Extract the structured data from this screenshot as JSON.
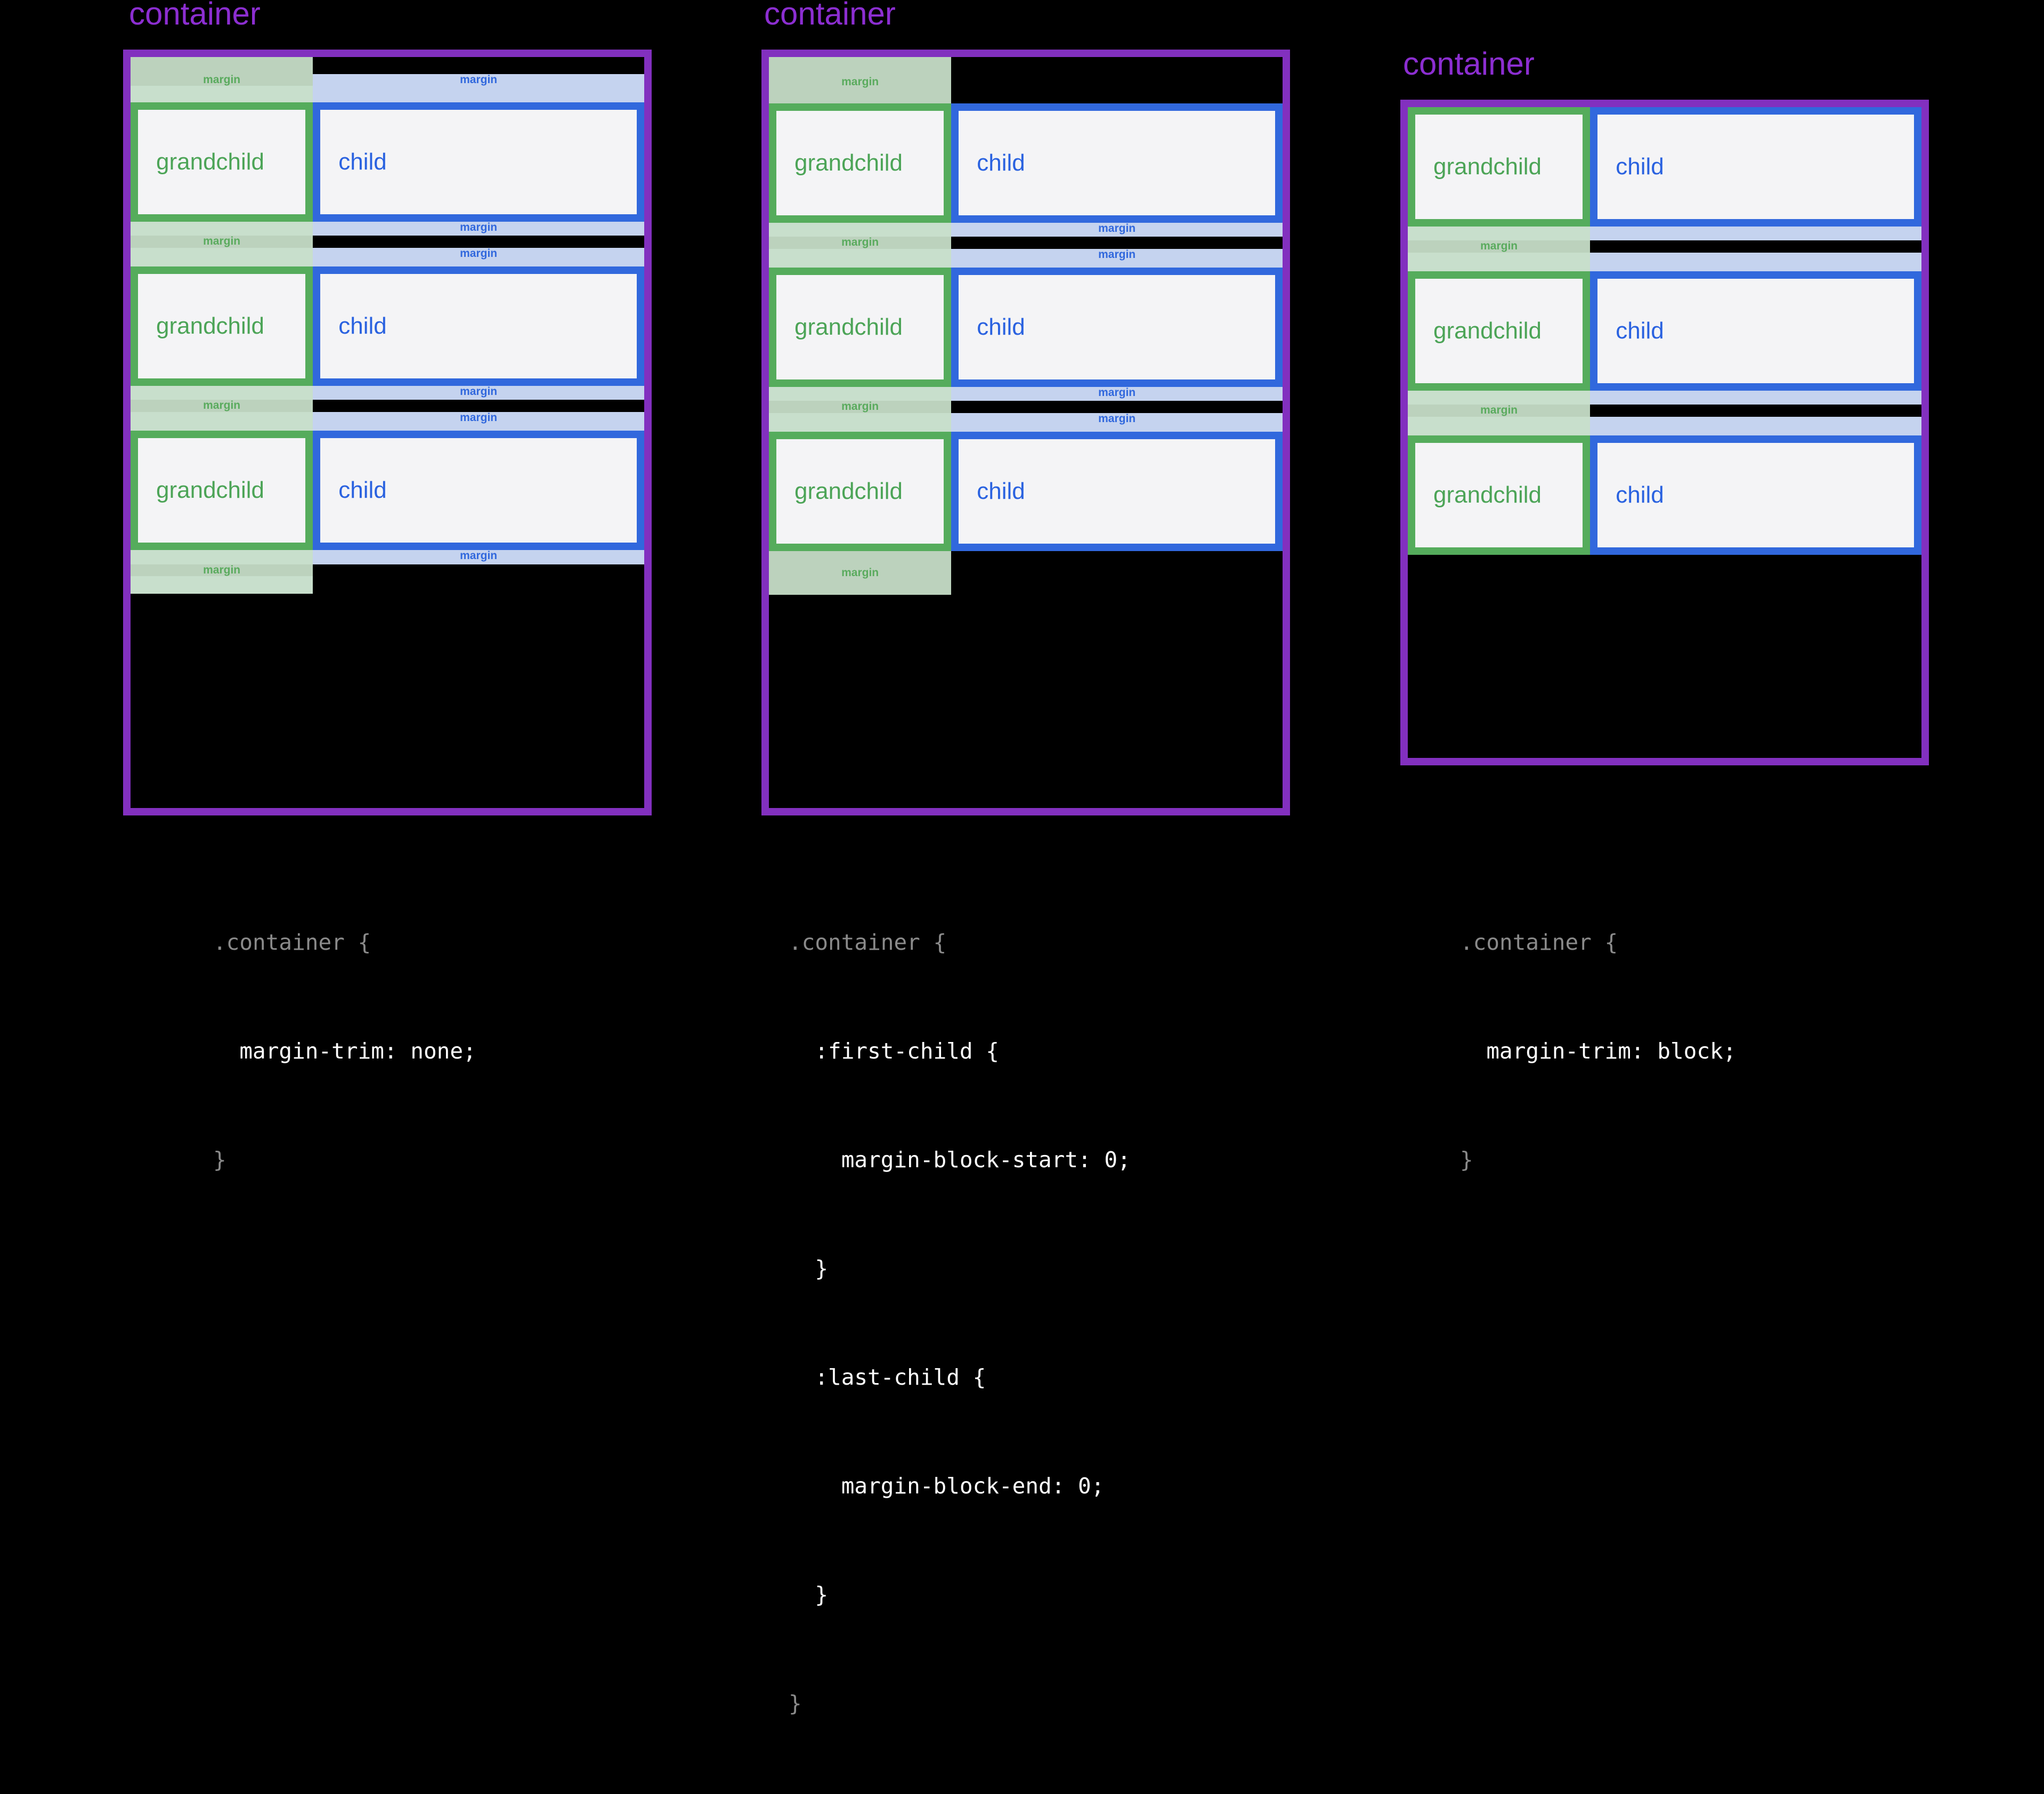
{
  "page": {
    "background": "#000000",
    "title": "CSS margin-trim demonstration"
  },
  "colors": {
    "container_border": "#8230bf",
    "container_label": "#8c2ed1",
    "child_border": "#3168dd",
    "child_text": "#2a62e0",
    "child_margin": "#c5d3ef",
    "grandchild_border": "#55ac5c",
    "grandchild_text": "#4ca457",
    "grandchild_margin_light": "#c8dfcc",
    "grandchild_margin_dark": "#bcd2bd",
    "box_fill": "#f4f4f6",
    "code_text": "#ffffff",
    "code_selector": "#8a8a8a"
  },
  "labels": {
    "container": "container",
    "child": "child",
    "grandchild": "grandchild",
    "margin": "margin"
  },
  "panels": [
    {
      "id": "panel-none",
      "label": "container",
      "rows": 3,
      "has_leading_margin": true,
      "has_trailing_margin": true,
      "leading_margin_kind": "both",
      "trailing_margin_kind": "both",
      "code": [
        {
          "text": ".container {",
          "style": "selector"
        },
        {
          "text": "  margin-trim: none;",
          "style": "declaration"
        },
        {
          "text": "}",
          "style": "selector"
        }
      ]
    },
    {
      "id": "panel-first-last-child",
      "label": "container",
      "rows": 3,
      "has_leading_margin": true,
      "has_trailing_margin": true,
      "leading_margin_kind": "grandchild-only",
      "trailing_margin_kind": "grandchild-only",
      "code": [
        {
          "text": ".container {",
          "style": "selector"
        },
        {
          "text": "  :first-child {",
          "style": "declaration"
        },
        {
          "text": "    margin-block-start: 0;",
          "style": "declaration"
        },
        {
          "text": "  }",
          "style": "declaration"
        },
        {
          "text": "  :last-child {",
          "style": "declaration"
        },
        {
          "text": "    margin-block-end: 0;",
          "style": "declaration"
        },
        {
          "text": "  }",
          "style": "declaration"
        },
        {
          "text": "}",
          "style": "selector"
        }
      ]
    },
    {
      "id": "panel-block",
      "label": "container",
      "rows": 3,
      "has_leading_margin": false,
      "has_trailing_margin": false,
      "leading_margin_kind": "none",
      "trailing_margin_kind": "none",
      "code": [
        {
          "text": ".container {",
          "style": "selector"
        },
        {
          "text": "  margin-trim: block;",
          "style": "declaration"
        },
        {
          "text": "}",
          "style": "selector"
        }
      ]
    }
  ]
}
